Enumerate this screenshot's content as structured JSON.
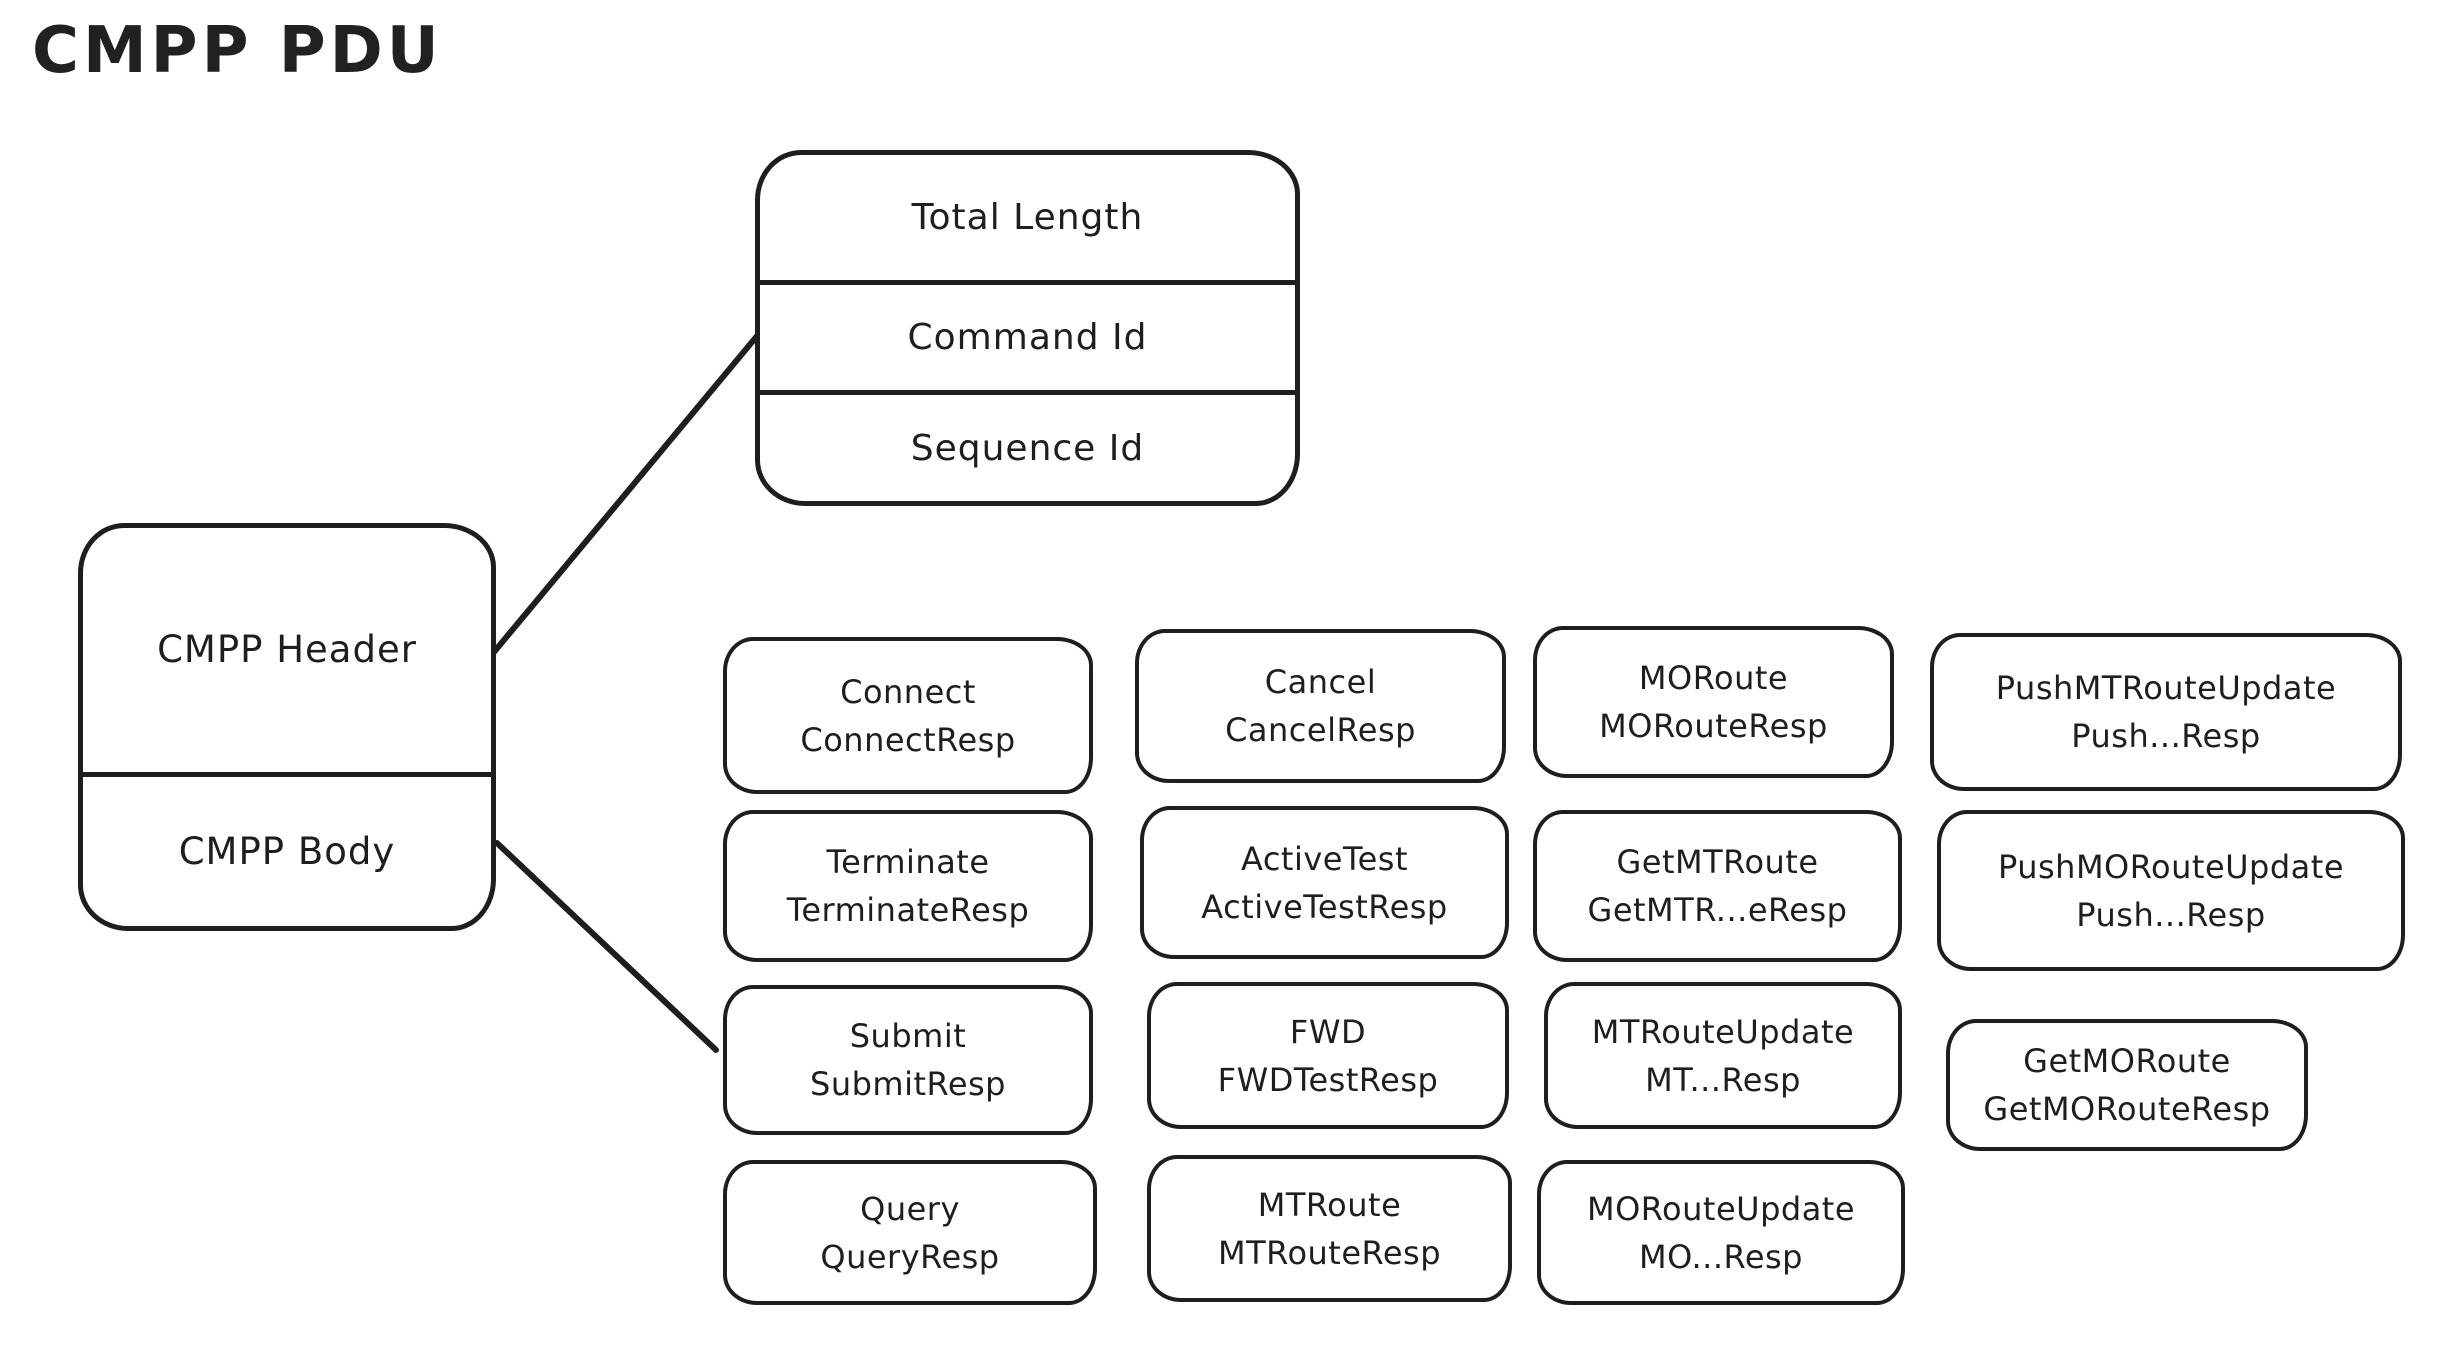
{
  "title": "CMPP PDU",
  "colors": {
    "stroke": "#1e1e1e",
    "background": "#ffffff"
  },
  "header_fields_box": {
    "fields": [
      "Total Length",
      "Command Id",
      "Sequence Id"
    ]
  },
  "pdu_box": {
    "header_label": "CMPP Header",
    "body_label": "CMPP Body"
  },
  "pairs": [
    {
      "line1": "Connect",
      "line2": "ConnectResp"
    },
    {
      "line1": "Cancel",
      "line2": "CancelResp"
    },
    {
      "line1": "MORoute",
      "line2": "MORouteResp"
    },
    {
      "line1": "PushMTRouteUpdate",
      "line2": "Push...Resp"
    },
    {
      "line1": "Terminate",
      "line2": "TerminateResp"
    },
    {
      "line1": "ActiveTest",
      "line2": "ActiveTestResp"
    },
    {
      "line1": "GetMTRoute",
      "line2": "GetMTR...eResp"
    },
    {
      "line1": "PushMORouteUpdate",
      "line2": "Push...Resp"
    },
    {
      "line1": "Submit",
      "line2": "SubmitResp"
    },
    {
      "line1": "FWD",
      "line2": "FWDTestResp"
    },
    {
      "line1": "MTRouteUpdate",
      "line2": "MT...Resp"
    },
    {
      "line1": "GetMORoute",
      "line2": "GetMORouteResp"
    },
    {
      "line1": "Query",
      "line2": "QueryResp"
    },
    {
      "line1": "MTRoute",
      "line2": "MTRouteResp"
    },
    {
      "line1": "MORouteUpdate",
      "line2": "MO...Resp"
    }
  ]
}
